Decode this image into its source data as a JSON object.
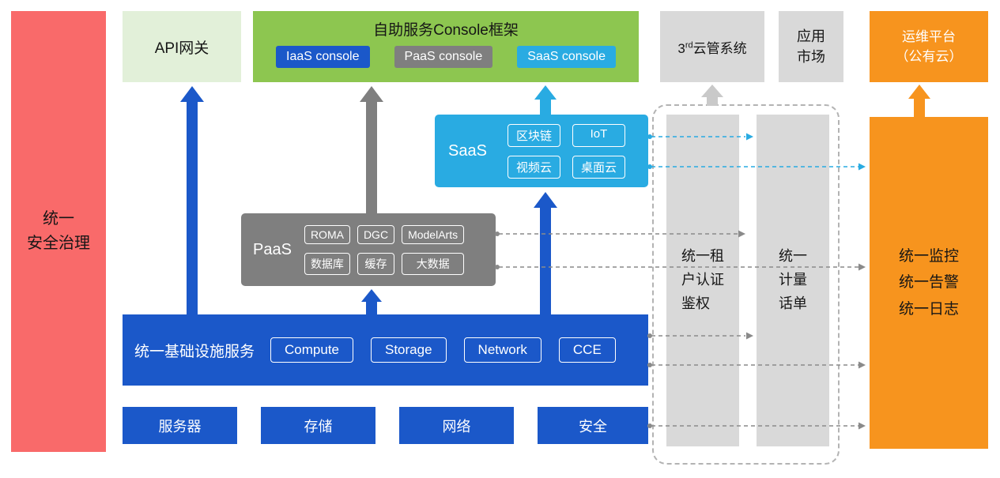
{
  "security_bar": {
    "label": "统一\n安全治理"
  },
  "api_gateway": {
    "label": "API网关"
  },
  "console_framework": {
    "title": "自助服务Console框架",
    "consoles": [
      {
        "label": "IaaS console",
        "color": "#1B58C9"
      },
      {
        "label": "PaaS console",
        "color": "#7F7F7F"
      },
      {
        "label": "SaaS console",
        "color": "#29ABE2"
      }
    ]
  },
  "third_party_cloud": {
    "prefix": "3",
    "superscript": "rd",
    "suffix": "云管系统"
  },
  "app_market": {
    "label": "应用\n市场"
  },
  "ops_platform": {
    "label": "运维平台\n（公有云）"
  },
  "saas": {
    "label": "SaaS",
    "chips": [
      "区块链",
      "IoT",
      "视频云",
      "桌面云"
    ]
  },
  "paas": {
    "label": "PaaS",
    "chips": [
      "ROMA",
      "DGC",
      "ModelArts",
      "数据库",
      "缓存",
      "大数据"
    ]
  },
  "infrastructure": {
    "label": "统一基础设施服务",
    "chips": [
      "Compute",
      "Storage",
      "Network",
      "CCE"
    ]
  },
  "bottom_boxes": [
    "服务器",
    "存储",
    "网络",
    "安全"
  ],
  "tenant_auth_bar": {
    "label": "统一租\n户认证\n鉴权"
  },
  "metering_bar": {
    "label": "统一\n计量\n话单"
  },
  "monitoring_bar": {
    "label": "统一监控\n统一告警\n统一日志"
  },
  "colors": {
    "security_red": "#F96A6A",
    "api_light_green": "#E2F0D9",
    "console_green": "#8DC650",
    "primary_blue": "#1B58C9",
    "paas_gray": "#7F7F7F",
    "panel_light_gray": "#D9D9D9",
    "saas_cyan": "#29ABE2",
    "ops_orange": "#F7941E"
  }
}
